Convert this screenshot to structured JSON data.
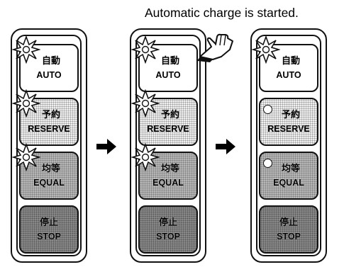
{
  "caption": "Automatic charge is started.",
  "panels": [
    {
      "buttons": [
        {
          "jp": "自動",
          "en": "AUTO",
          "style": "white",
          "indicator": "lit"
        },
        {
          "jp": "予約",
          "en": "RESERVE",
          "style": "dotted",
          "indicator": "lit"
        },
        {
          "jp": "均等",
          "en": "EQUAL",
          "style": "gray",
          "indicator": "lit"
        },
        {
          "jp": "停止",
          "en": "STOP",
          "style": "dark",
          "indicator": "none"
        }
      ]
    },
    {
      "buttons": [
        {
          "jp": "自動",
          "en": "AUTO",
          "style": "white",
          "indicator": "lit"
        },
        {
          "jp": "予約",
          "en": "RESERVE",
          "style": "dotted",
          "indicator": "lit"
        },
        {
          "jp": "均等",
          "en": "EQUAL",
          "style": "gray",
          "indicator": "lit"
        },
        {
          "jp": "停止",
          "en": "STOP",
          "style": "dark",
          "indicator": "none"
        }
      ],
      "pressed": "AUTO",
      "icon": "pointing-hand-icon"
    },
    {
      "buttons": [
        {
          "jp": "自動",
          "en": "AUTO",
          "style": "white",
          "indicator": "lit"
        },
        {
          "jp": "予約",
          "en": "RESERVE",
          "style": "dotted",
          "indicator": "off"
        },
        {
          "jp": "均等",
          "en": "EQUAL",
          "style": "gray",
          "indicator": "off"
        },
        {
          "jp": "停止",
          "en": "STOP",
          "style": "dark",
          "indicator": "none"
        }
      ]
    }
  ],
  "transition_icons": [
    "right-arrow-icon",
    "right-arrow-icon"
  ]
}
